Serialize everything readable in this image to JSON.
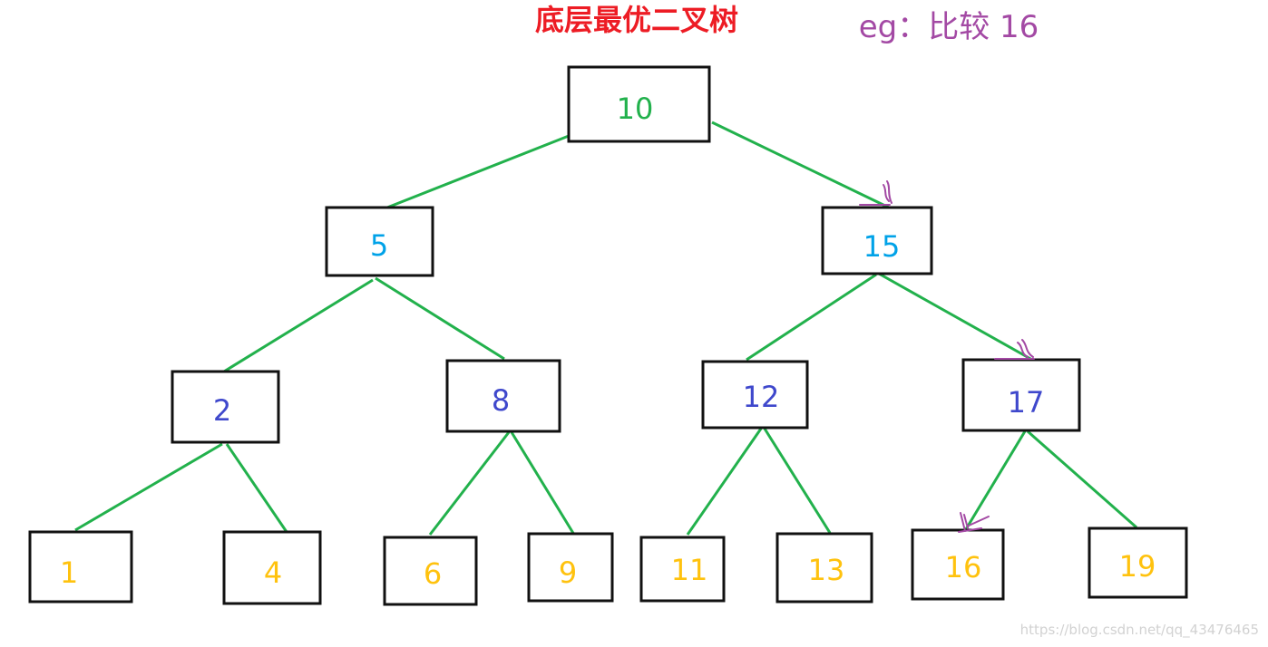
{
  "title": "底层最优二叉树",
  "example": "eg：比较 16",
  "watermark": "https://blog.csdn.net/qq_43476465",
  "colors": {
    "title": "#ed1c24",
    "example": "#a349a4",
    "edge": "#22b14c",
    "border": "#111111",
    "mark": "#a349a4",
    "level0": "#22b14c",
    "level1": "#00a2e8",
    "level2": "#3f48cc",
    "level3": "#ffc20e"
  },
  "search_path": [
    "10",
    "15",
    "17",
    "16"
  ],
  "nodes": [
    {
      "id": "n10",
      "label": "10",
      "level": 0
    },
    {
      "id": "n5",
      "label": "5",
      "level": 1
    },
    {
      "id": "n15",
      "label": "15",
      "level": 1
    },
    {
      "id": "n2",
      "label": "2",
      "level": 2
    },
    {
      "id": "n8",
      "label": "8",
      "level": 2
    },
    {
      "id": "n12",
      "label": "12",
      "level": 2
    },
    {
      "id": "n17",
      "label": "17",
      "level": 2
    },
    {
      "id": "n1",
      "label": "1",
      "level": 3
    },
    {
      "id": "n4",
      "label": "4",
      "level": 3
    },
    {
      "id": "n6",
      "label": "6",
      "level": 3
    },
    {
      "id": "n9",
      "label": "9",
      "level": 3
    },
    {
      "id": "n11",
      "label": "11",
      "level": 3
    },
    {
      "id": "n13",
      "label": "13",
      "level": 3
    },
    {
      "id": "n16",
      "label": "16",
      "level": 3
    },
    {
      "id": "n19",
      "label": "19",
      "level": 3
    }
  ],
  "edges": [
    {
      "from": "n10",
      "to": "n5"
    },
    {
      "from": "n10",
      "to": "n15"
    },
    {
      "from": "n5",
      "to": "n2"
    },
    {
      "from": "n5",
      "to": "n8"
    },
    {
      "from": "n15",
      "to": "n12"
    },
    {
      "from": "n15",
      "to": "n17"
    },
    {
      "from": "n2",
      "to": "n1"
    },
    {
      "from": "n2",
      "to": "n4"
    },
    {
      "from": "n8",
      "to": "n6"
    },
    {
      "from": "n8",
      "to": "n9"
    },
    {
      "from": "n12",
      "to": "n11"
    },
    {
      "from": "n12",
      "to": "n13"
    },
    {
      "from": "n17",
      "to": "n16"
    },
    {
      "from": "n17",
      "to": "n19"
    }
  ]
}
